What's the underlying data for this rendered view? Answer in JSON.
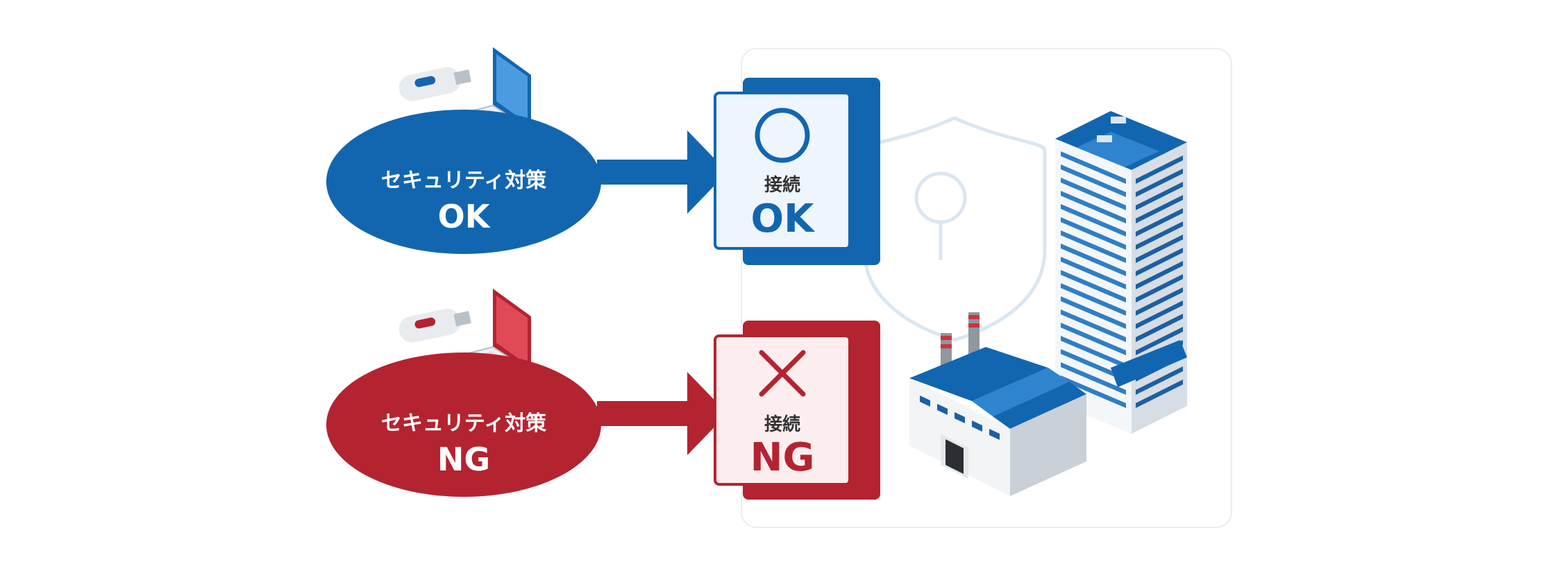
{
  "colors": {
    "ok_blue": "#1266b0",
    "ng_red": "#b42330",
    "ok_box_fill": "#eef5fc",
    "ng_box_fill": "#fceeef",
    "panel_bg": "#ffffff",
    "panel_border": "#ececec",
    "shield_outline": "#dbe6f1"
  },
  "ok_row": {
    "condition_label": "セキュリティ対策",
    "condition_result": "OK",
    "status_symbol": "circle",
    "connection_label": "接続",
    "connection_result": "OK"
  },
  "ng_row": {
    "condition_label": "セキュリティ対策",
    "condition_result": "NG",
    "status_symbol": "cross",
    "connection_label": "接続",
    "connection_result": "NG"
  },
  "icons": {
    "device": "laptop-with-usb-icon",
    "network": "shield-icon",
    "factory": "factory-icon",
    "office": "office-building-icon"
  }
}
